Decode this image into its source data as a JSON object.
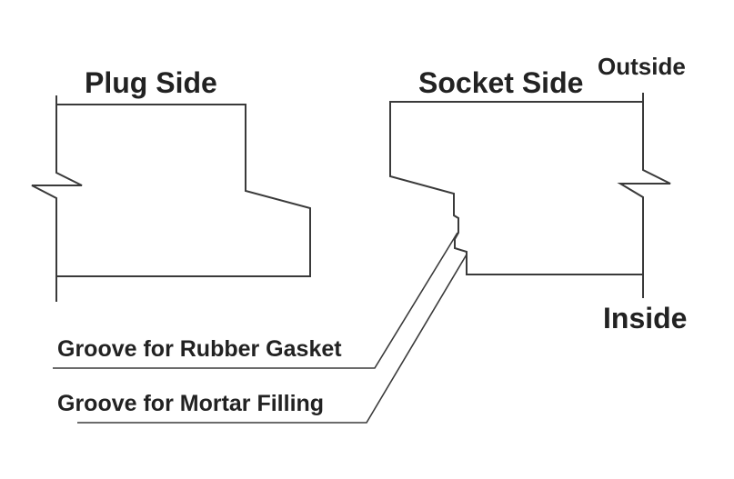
{
  "diagram": {
    "title_plug": "Plug Side",
    "title_socket": "Socket Side",
    "label_outside": "Outside",
    "label_inside": "Inside",
    "callouts": [
      {
        "label": "Groove for Rubber Gasket",
        "target": "rubber-gasket-groove"
      },
      {
        "label": "Groove for Mortar Filling",
        "target": "mortar-filling-groove"
      }
    ],
    "colors": {
      "line": "#3a3a3a",
      "text": "#222222",
      "background": "#ffffff"
    }
  }
}
